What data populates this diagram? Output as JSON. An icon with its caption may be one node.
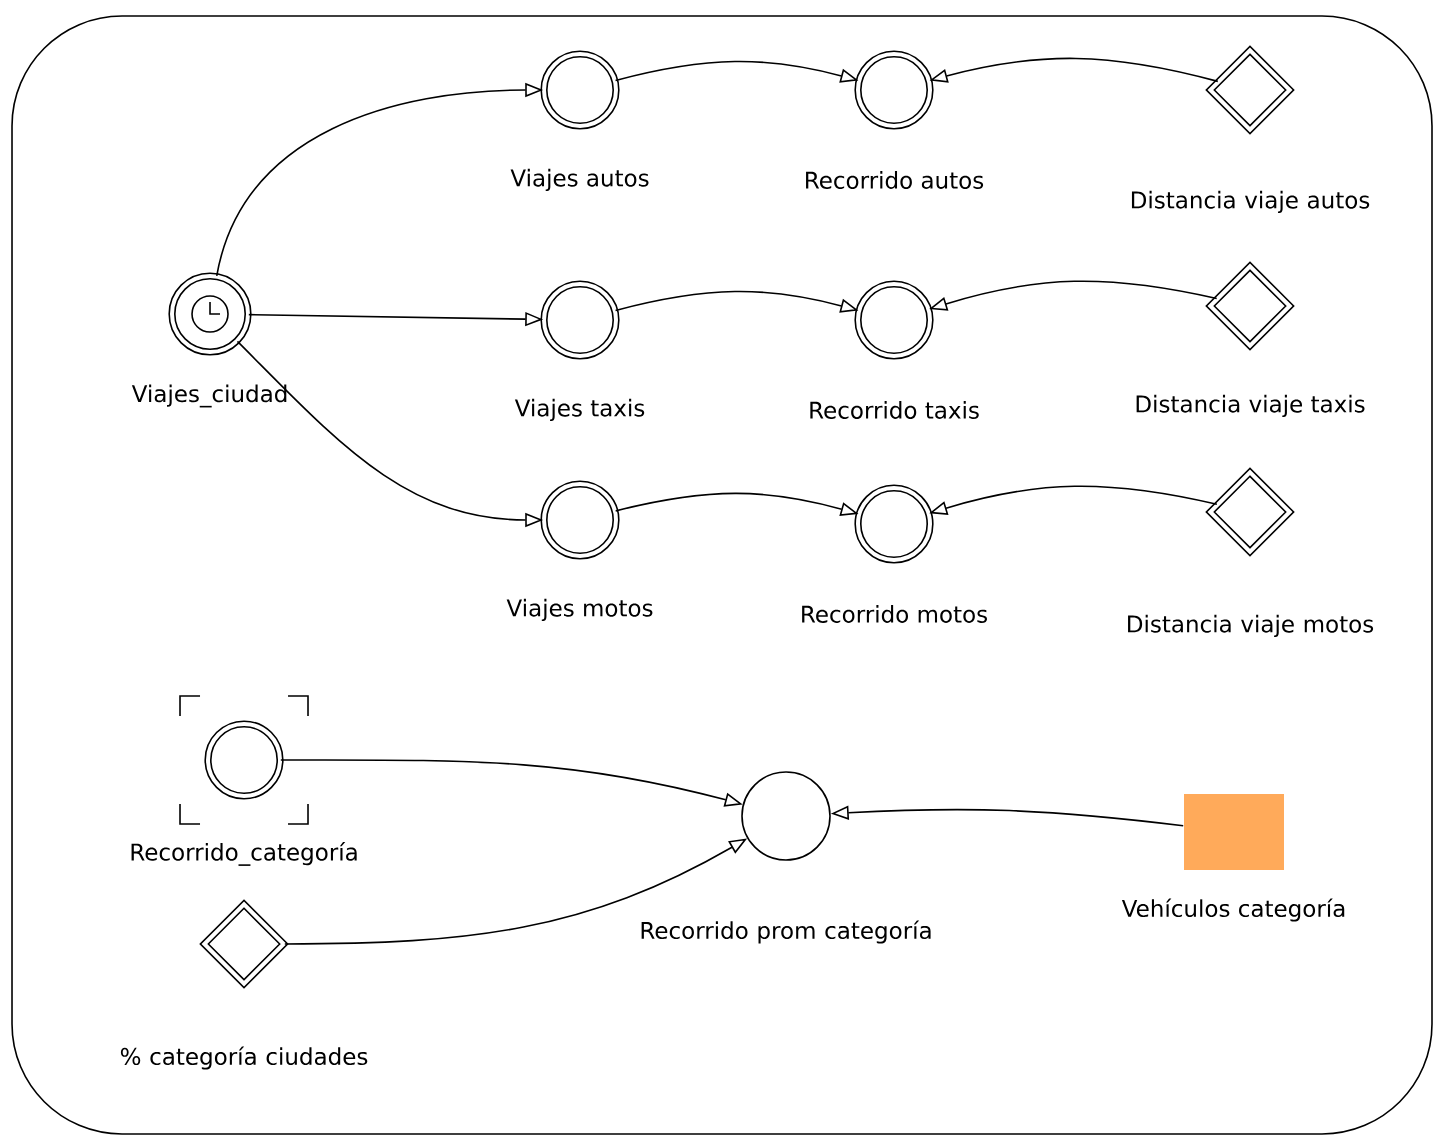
{
  "diagram": {
    "nodes": [
      {
        "text": [
          "Viajes_ciudad"
        ]
      },
      {
        "text": [
          "Viajes autos"
        ]
      },
      {
        "text": [
          "Recorrido autos"
        ]
      },
      {
        "text": [
          "Distancia viaje autos"
        ]
      },
      {
        "text": [
          "Viajes taxis"
        ]
      },
      {
        "text": [
          "Recorrido taxis"
        ]
      },
      {
        "text": [
          "Distancia viaje taxis"
        ]
      },
      {
        "text": [
          "Viajes motos"
        ]
      },
      {
        "text": [
          "Recorrido motos"
        ]
      },
      {
        "text": [
          "Distancia viaje motos"
        ]
      },
      {
        "text": [
          "Recorrido_categoría"
        ]
      },
      {
        "text": [
          "Recorrido prom categoría"
        ]
      },
      {
        "text": [
          "Vehículos categoría"
        ]
      },
      {
        "text": [
          "% categoría ciudades"
        ]
      }
    ],
    "edges": [
      {
        "from": 0,
        "to": 1,
        "arrow": "to"
      },
      {
        "from": 0,
        "to": 4,
        "arrow": "to"
      },
      {
        "from": 0,
        "to": 7,
        "arrow": "to"
      },
      {
        "from": 1,
        "to": 2,
        "arrow": "to"
      },
      {
        "from": 3,
        "to": 2,
        "arrow": "to"
      },
      {
        "from": 4,
        "to": 5,
        "arrow": "to"
      },
      {
        "from": 6,
        "to": 5,
        "arrow": "to"
      },
      {
        "from": 7,
        "to": 8,
        "arrow": "to"
      },
      {
        "from": 9,
        "to": 8,
        "arrow": "to"
      },
      {
        "from": 10,
        "to": 11,
        "arrow": "to"
      },
      {
        "from": 13,
        "to": 11,
        "arrow": "to"
      },
      {
        "from": 12,
        "to": 11,
        "arrow": "to"
      }
    ]
  }
}
